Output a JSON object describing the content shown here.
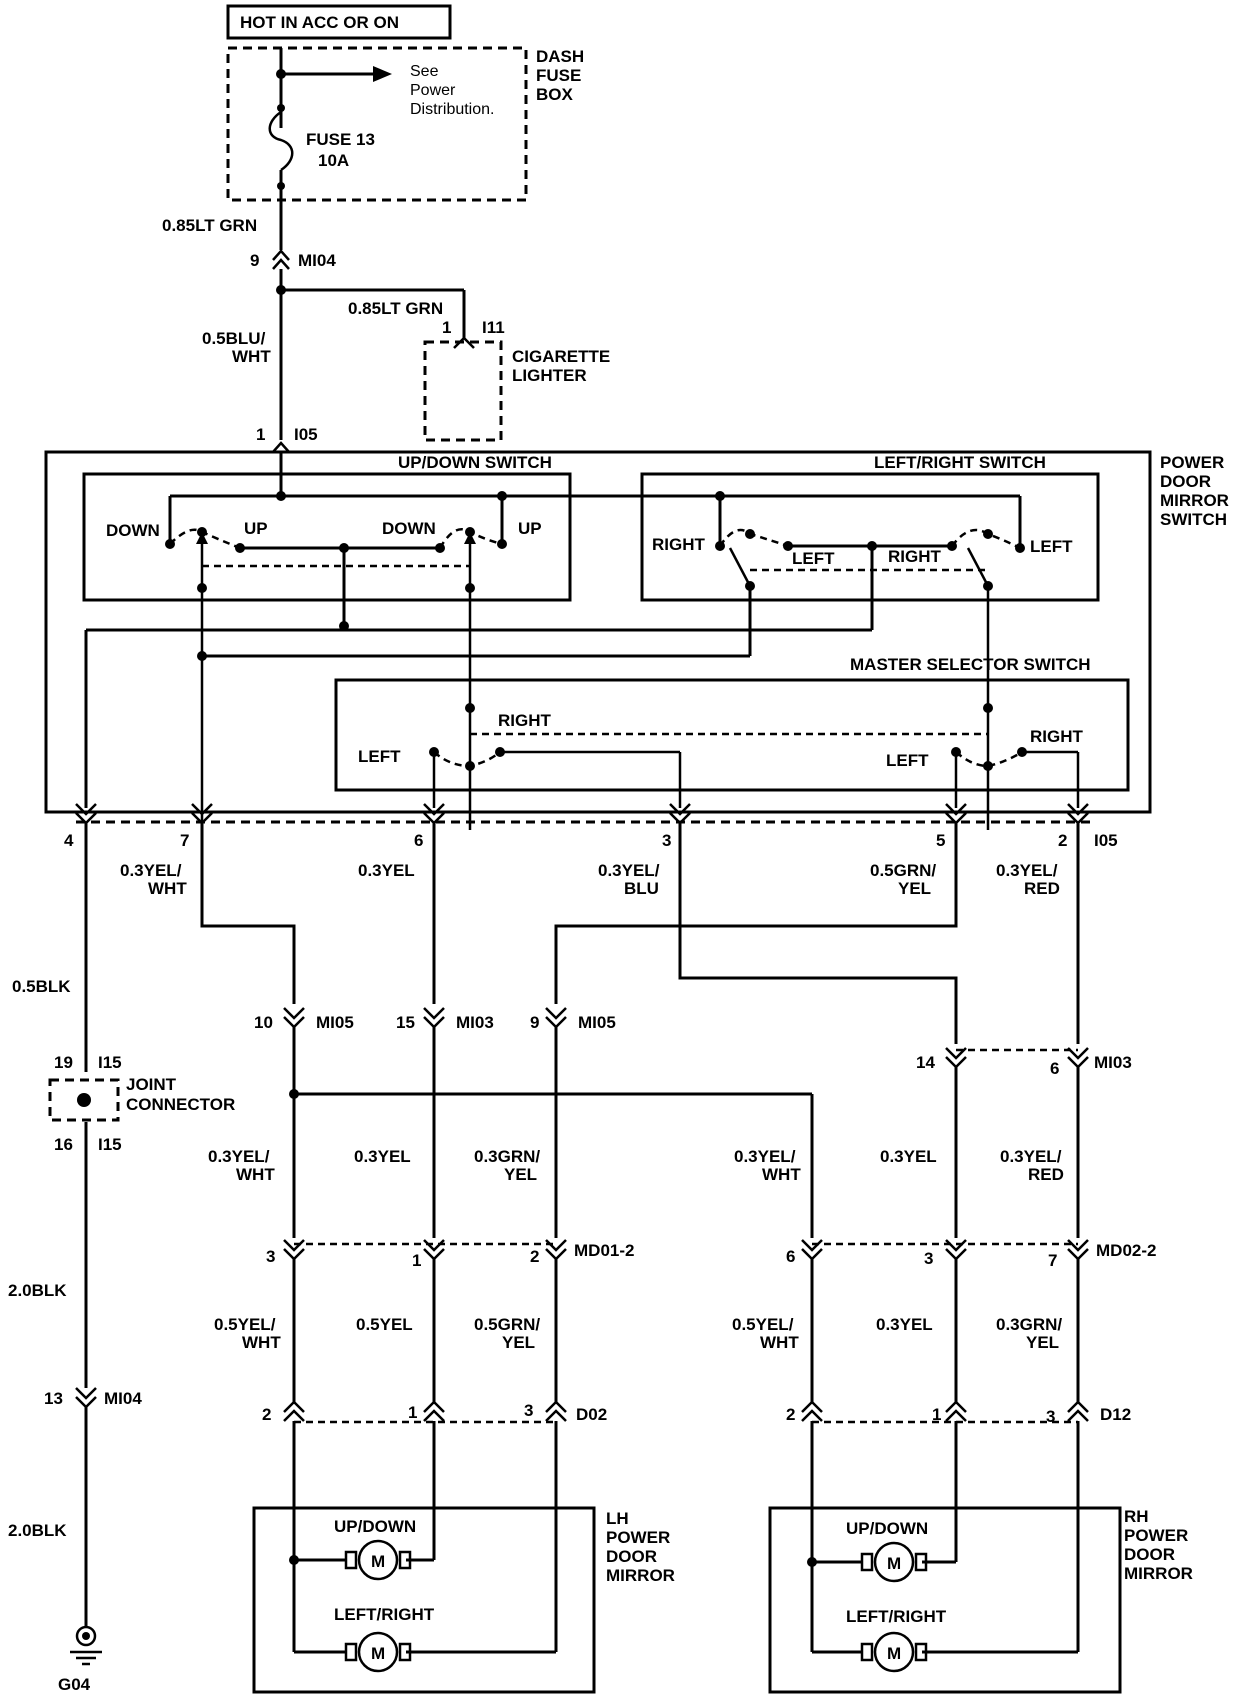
{
  "hot_label": "HOT IN ACC OR ON",
  "dash_fuse_box": {
    "line1": "DASH",
    "line2": "FUSE",
    "line3": "BOX"
  },
  "see_power": {
    "line1": "See",
    "line2": "Power",
    "line3": "Distribution."
  },
  "fuse": {
    "name": "FUSE 13",
    "rating": "10A"
  },
  "wires": {
    "feed": "0.85LT GRN",
    "lighter_feed": "0.85LT GRN",
    "blu_wht_a": "0.5BLU/",
    "blu_wht_b": "WHT",
    "blk_05": "0.5BLK",
    "blk_20_a": "2.0BLK",
    "blk_20_b": "2.0BLK",
    "p7_a": "0.3YEL/",
    "p7_b": "WHT",
    "p6": "0.3YEL",
    "p3_a": "0.3YEL/",
    "p3_b": "BLU",
    "p5_a": "0.5GRN/",
    "p5_b": "YEL",
    "p2_a": "0.3YEL/",
    "p2_b": "RED",
    "lh1_a": "0.3YEL/",
    "lh1_b": "WHT",
    "lh2": "0.3YEL",
    "lh3_a": "0.3GRN/",
    "lh3_b": "YEL",
    "rh1_a": "0.3YEL/",
    "rh1_b": "WHT",
    "rh2": "0.3YEL",
    "rh3_a": "0.3YEL/",
    "rh3_b": "RED",
    "lh4_a": "0.5YEL/",
    "lh4_b": "WHT",
    "lh5": "0.5YEL",
    "lh6_a": "0.5GRN/",
    "lh6_b": "YEL",
    "rh4_a": "0.5YEL/",
    "rh4_b": "WHT",
    "rh5": "0.3YEL",
    "rh6_a": "0.3GRN/",
    "rh6_b": "YEL"
  },
  "connectors": {
    "mi04_top": "MI04",
    "pin9": "9",
    "i11": "I11",
    "pin_i11": "1",
    "i05_top": "I05",
    "pin_i05_1": "1",
    "i05_bottom": "I05",
    "pins_i05": [
      "4",
      "7",
      "6",
      "3",
      "5",
      "2"
    ],
    "mi05_a": "MI05",
    "pin10": "10",
    "mi03_a": "MI03",
    "pin15": "15",
    "mi05_b": "MI05",
    "pin9b": "9",
    "mi03_b": "MI03",
    "pin14": "14",
    "pin6": "6",
    "i15_top": "I15",
    "pin19": "19",
    "i15_bottom": "I15",
    "pin16": "16",
    "md01": "MD01-2",
    "md01_pins": [
      "3",
      "1",
      "2"
    ],
    "md02": "MD02-2",
    "md02_pins": [
      "6",
      "3",
      "7"
    ],
    "d02": "D02",
    "d02_pins": [
      "2",
      "1",
      "3"
    ],
    "d12": "D12",
    "d12_pins": [
      "2",
      "1",
      "3"
    ],
    "mi04_bottom": "MI04",
    "pin13": "13",
    "g04": "G04"
  },
  "cigarette_lighter": {
    "line1": "CIGARETTE",
    "line2": "LIGHTER"
  },
  "joint_connector": {
    "line1": "JOINT",
    "line2": "CONNECTOR"
  },
  "mirror_switch": {
    "title": {
      "line1": "POWER",
      "line2": "DOOR",
      "line3": "MIRROR",
      "line4": "SWITCH"
    },
    "updown_title": "UP/DOWN SWITCH",
    "leftright_title": "LEFT/RIGHT SWITCH",
    "master_title": "MASTER SELECTOR SWITCH",
    "down1": "DOWN",
    "up1": "UP",
    "down2": "DOWN",
    "up2": "UP",
    "right1": "RIGHT",
    "left1": "LEFT",
    "right2": "RIGHT",
    "left2": "LEFT",
    "ms_right1": "RIGHT",
    "ms_left1": "LEFT",
    "ms_left2": "LEFT",
    "ms_right2": "RIGHT"
  },
  "lh_mirror": {
    "title": {
      "line1": "LH",
      "line2": "POWER",
      "line3": "DOOR",
      "line4": "MIRROR"
    },
    "updown": "UP/DOWN",
    "leftright": "LEFT/RIGHT",
    "motor": "M"
  },
  "rh_mirror": {
    "title": {
      "line1": "RH",
      "line2": "POWER",
      "line3": "DOOR",
      "line4": "MIRROR"
    },
    "updown": "UP/DOWN",
    "leftright": "LEFT/RIGHT",
    "motor": "M"
  }
}
